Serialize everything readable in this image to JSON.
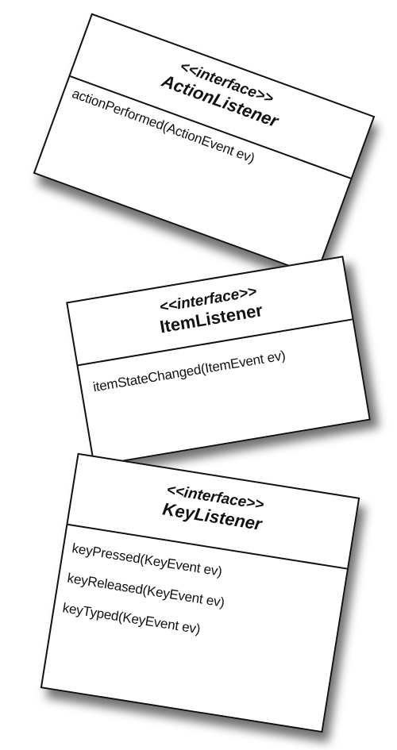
{
  "interfaces": [
    {
      "stereotype": "<<interface>>",
      "name": "ActionListener",
      "methods": [
        "actionPerformed(ActionEvent ev)"
      ]
    },
    {
      "stereotype": "<<interface>>",
      "name": "ItemListener",
      "methods": [
        "itemStateChanged(ItemEvent ev)"
      ]
    },
    {
      "stereotype": "<<interface>>",
      "name": "KeyListener",
      "methods": [
        "keyPressed(KeyEvent ev)",
        "keyReleased(KeyEvent ev)",
        "keyTyped(KeyEvent ev)"
      ]
    }
  ],
  "colors": {
    "border": "#111111",
    "background": "#ffffff",
    "shadow": "#000000"
  }
}
